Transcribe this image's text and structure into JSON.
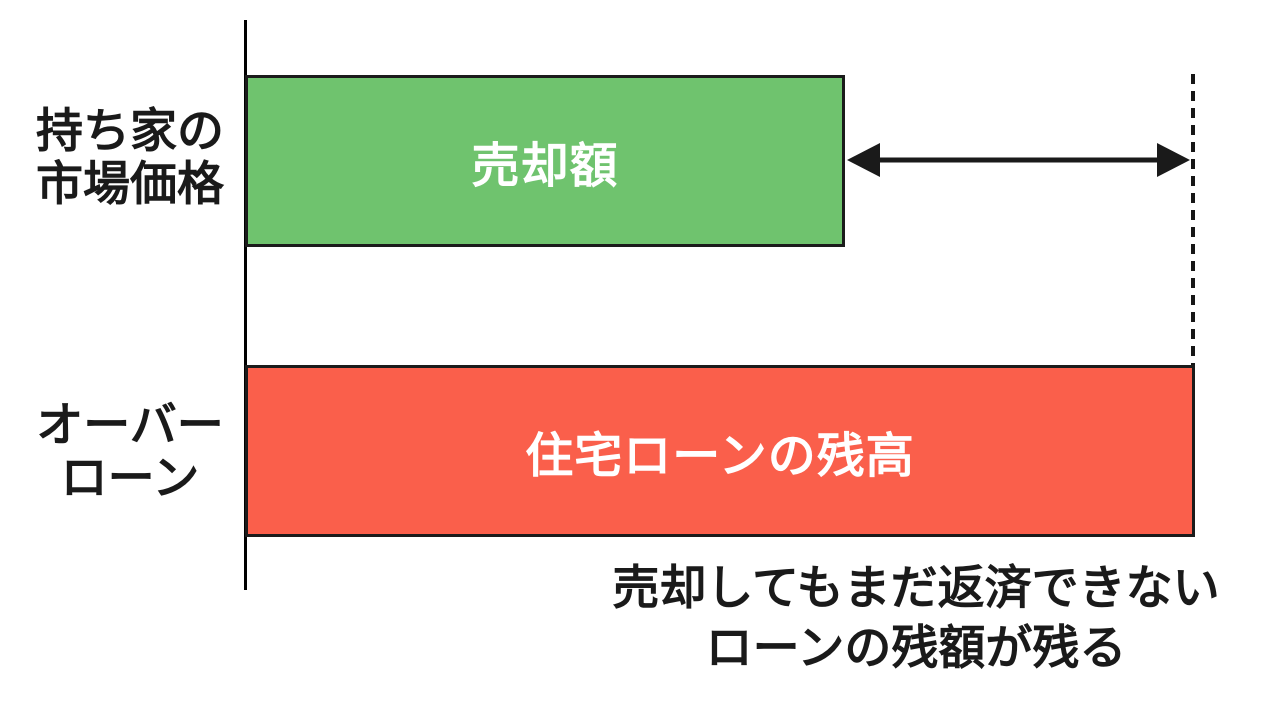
{
  "page": {
    "background": "#ffffff"
  },
  "diagram": {
    "type": "horizontal-bar-comparison",
    "rows": [
      {
        "axis_label": "持ち家の\n市場価格",
        "bar_label": "売却額",
        "bar_color": "#6FC36E",
        "bar_relative_length": 0.63
      },
      {
        "axis_label": "オーバー\nローン",
        "bar_label": "住宅ローンの残高",
        "bar_color": "#FA5F4B",
        "bar_relative_length": 1.0
      }
    ],
    "caption": "売却してもまだ返済できない\nローンの残額が残る",
    "icons": {
      "gap_arrow": "left-right-arrow",
      "extension_line": "vertical-dashed-line"
    },
    "colors": {
      "axis_line": "#000000",
      "bar_border": "#1b1b1b",
      "bar_text": "#ffffff",
      "arrow": "#1a1a1a",
      "dashed_line": "#161616",
      "label_text": "#1a1a1a"
    }
  }
}
